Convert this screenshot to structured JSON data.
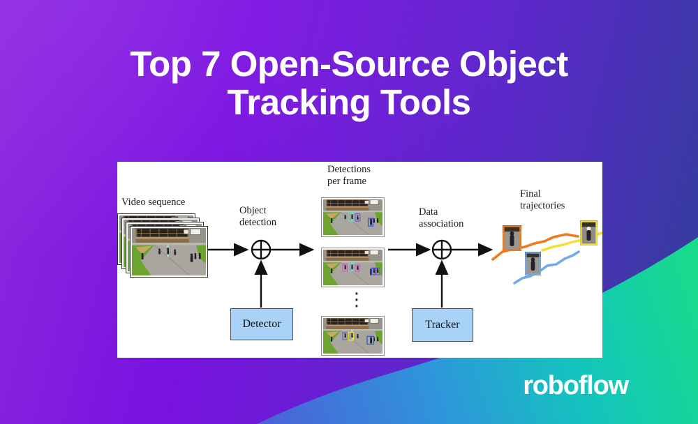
{
  "title": {
    "line1": "Top 7 Open-Source Object",
    "line2": "Tracking Tools"
  },
  "brand": {
    "wordmark": "roboflow"
  },
  "colors": {
    "background_stops": [
      "#8D2BDD",
      "#7A12E0",
      "#5A2AC8",
      "#2E3F97"
    ],
    "swoosh_stops": [
      "#4A63D8",
      "#2E96DA",
      "#13C4BE",
      "#18DB8C"
    ],
    "panel_background": "#FFFFFF",
    "node_box_fill": "#A9D3F6",
    "arrow_color": "#111111",
    "title_color": "#FFFFFF"
  },
  "diagram": {
    "labels": {
      "video_sequence": "Video sequence",
      "object_detection_line1": "Object",
      "object_detection_line2": "detection",
      "detector": "Detector",
      "detections_line1": "Detections",
      "detections_line2": "per frame",
      "data_association_line1": "Data",
      "data_association_line2": "association",
      "tracker": "Tracker",
      "final_line1": "Final",
      "final_line2": "trajectories",
      "ellipsis": "⋮"
    },
    "box_colors": {
      "cyan": "#49E0D8",
      "purple": "#7C5CE0",
      "blue": "#3B5BD6",
      "pink": "#E757C8",
      "yellow": "#EFE23A"
    },
    "trajectory_colors": {
      "orange": "#EE7A1E",
      "yellow": "#F2E03A",
      "blue": "#72AAE8"
    }
  }
}
